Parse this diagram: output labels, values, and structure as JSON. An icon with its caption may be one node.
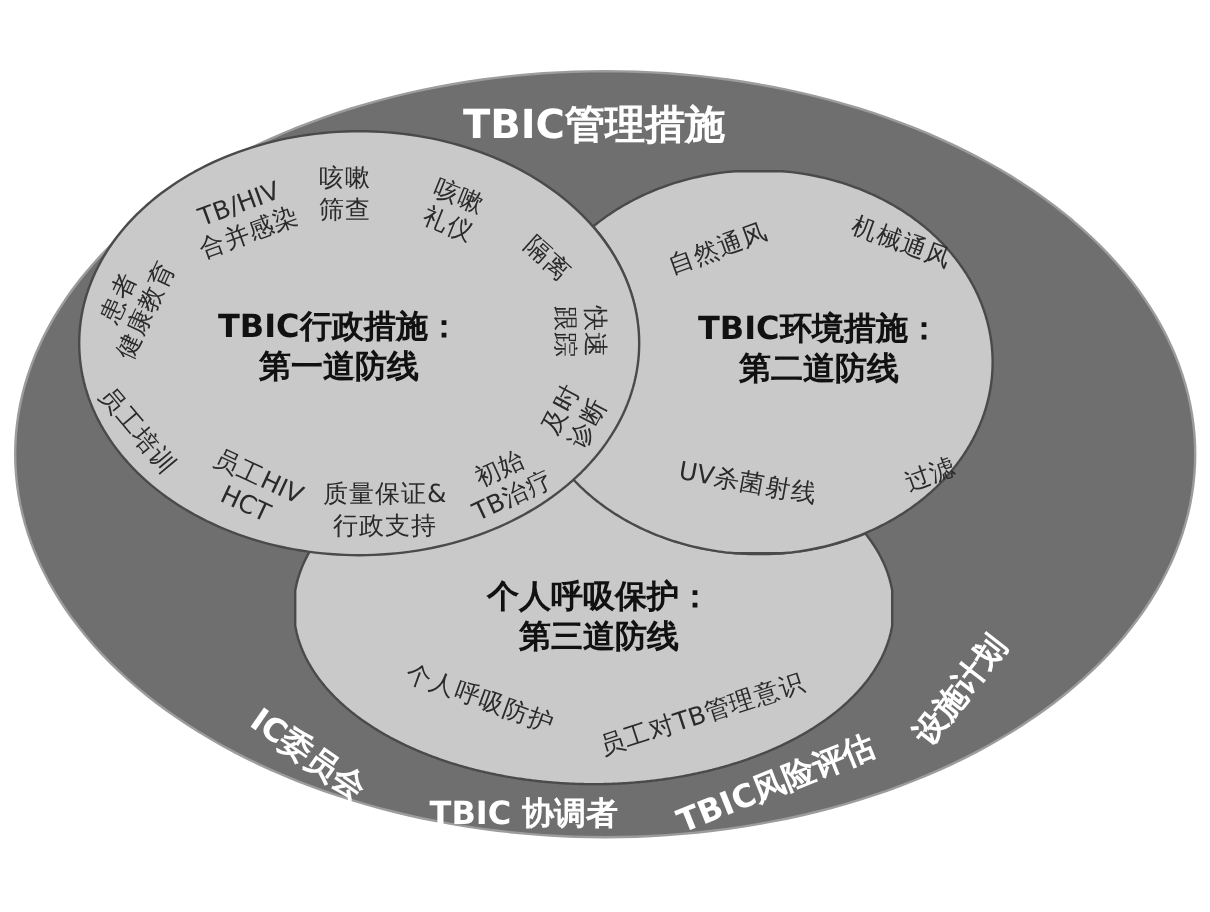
{
  "diagram": {
    "nodes": [
      {
        "text": [
          "TBIC管理措施",
          "IC委员会",
          "TBIC 协调者",
          "TBIC风险评估",
          "设施计划"
        ]
      },
      {
        "text": [
          "TBIC行政措施：第一道防线",
          "患者健康教育",
          "TB/HIV合并感染",
          "咳嗽筛查",
          "咳嗽礼仪",
          "隔离",
          "快速跟踪",
          "及时诊断",
          "初始TB治疗",
          "质量保证&行政支持",
          "员工HIV HCT",
          "员工培训"
        ],
        "in": 0
      },
      {
        "text": [
          "TBIC环境措施：第二道防线",
          "自然通风",
          "机械通风",
          "UV杀菌射线",
          "过滤"
        ],
        "in": 0
      },
      {
        "text": [
          "个人呼吸保护：第三道防线",
          "个人呼吸防护",
          "员工对TB管理意识"
        ],
        "in": 0
      }
    ]
  }
}
